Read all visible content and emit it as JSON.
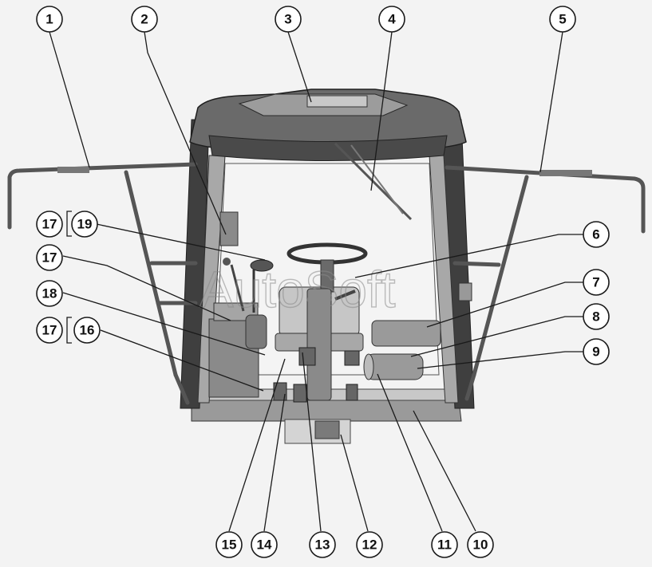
{
  "watermark": "AutoSoft",
  "colors": {
    "body": "#8e8e8e",
    "dark": "#4a4a4a",
    "light": "#c6c6c6",
    "glass": "#f2f2f2",
    "line": "#1a1a1a"
  },
  "callouts": [
    {
      "id": "c1",
      "label": "1"
    },
    {
      "id": "c2",
      "label": "2"
    },
    {
      "id": "c3",
      "label": "3"
    },
    {
      "id": "c4",
      "label": "4"
    },
    {
      "id": "c5",
      "label": "5"
    },
    {
      "id": "c6",
      "label": "6"
    },
    {
      "id": "c7",
      "label": "7"
    },
    {
      "id": "c8",
      "label": "8"
    },
    {
      "id": "c9",
      "label": "9"
    },
    {
      "id": "c10",
      "label": "10"
    },
    {
      "id": "c11",
      "label": "11"
    },
    {
      "id": "c12",
      "label": "12"
    },
    {
      "id": "c13",
      "label": "13"
    },
    {
      "id": "c14",
      "label": "14"
    },
    {
      "id": "c15",
      "label": "15"
    },
    {
      "id": "c16",
      "label": "16"
    },
    {
      "id": "c17a",
      "label": "17"
    },
    {
      "id": "c17b",
      "label": "17"
    },
    {
      "id": "c17c",
      "label": "17"
    },
    {
      "id": "c18",
      "label": "18"
    },
    {
      "id": "c19",
      "label": "19"
    }
  ]
}
